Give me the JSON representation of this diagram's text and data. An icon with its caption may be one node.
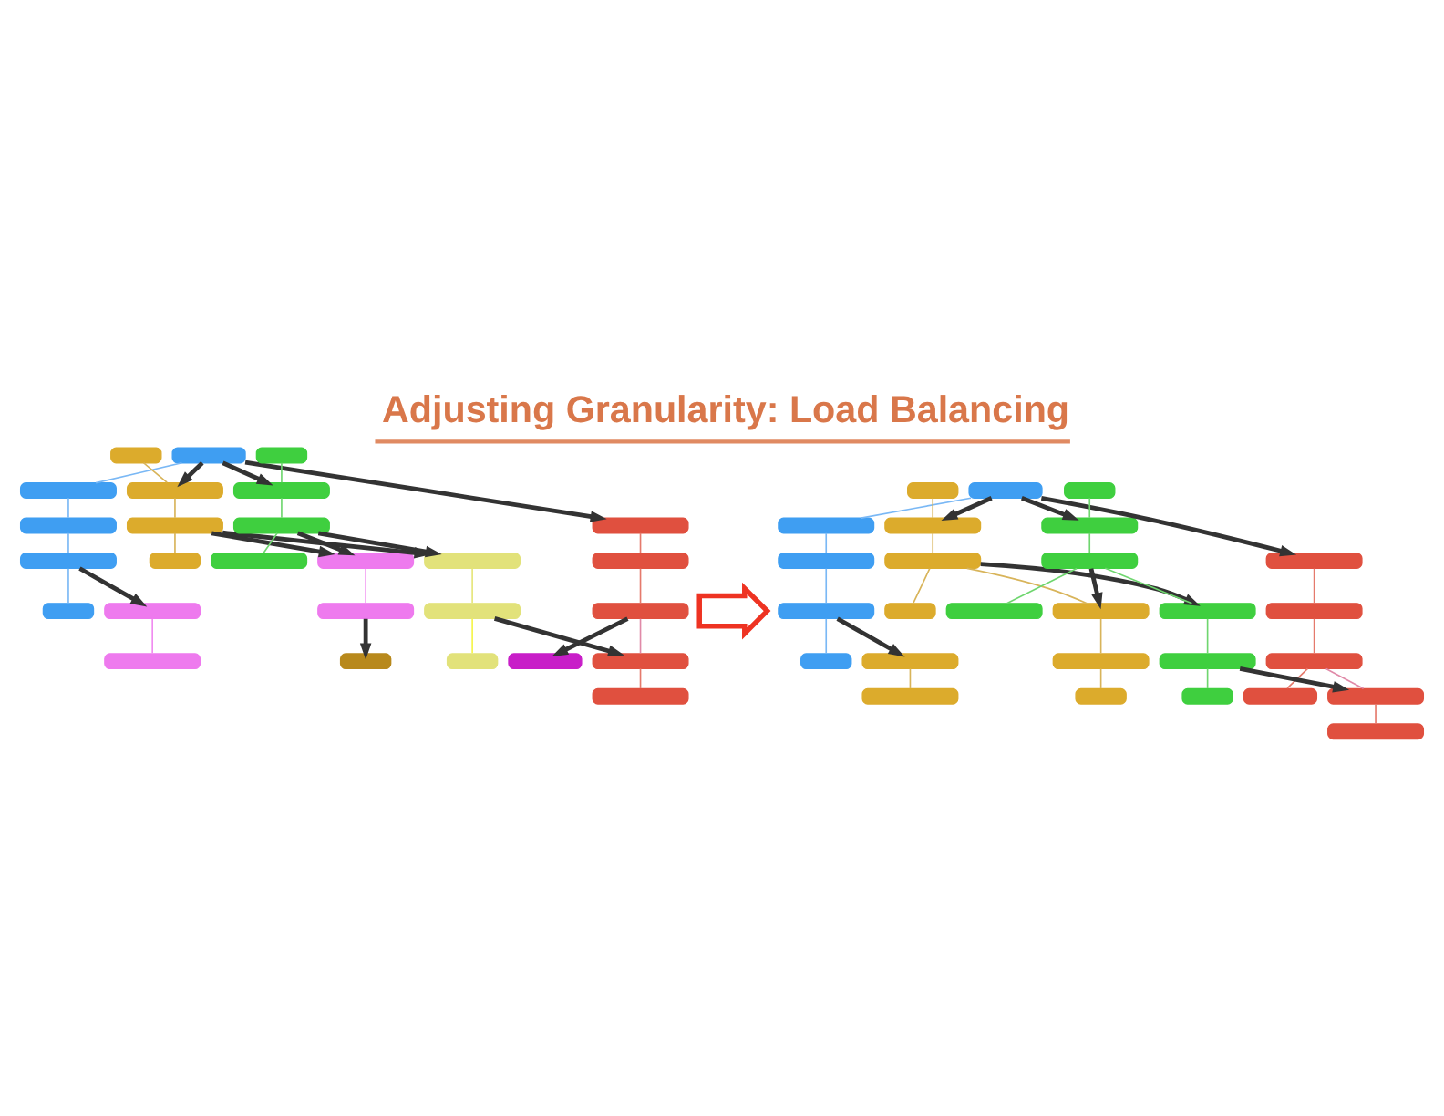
{
  "diagram": {
    "title": "Adjusting Granularity: Load Balancing",
    "nodes": [
      {
        "text": [],
        "shape": "box"
      },
      {
        "text": [],
        "shape": "box"
      },
      {
        "text": [],
        "shape": "box"
      },
      {
        "text": [],
        "shape": "box"
      },
      {
        "text": [],
        "shape": "box"
      },
      {
        "text": [],
        "shape": "box"
      },
      {
        "text": [],
        "shape": "box"
      },
      {
        "text": [],
        "shape": "box"
      },
      {
        "text": [],
        "shape": "box"
      },
      {
        "text": [],
        "shape": "box"
      },
      {
        "text": [],
        "shape": "box"
      },
      {
        "text": [],
        "shape": "box"
      },
      {
        "text": [],
        "shape": "box"
      },
      {
        "text": [],
        "shape": "box"
      },
      {
        "text": [],
        "shape": "box"
      },
      {
        "text": [],
        "shape": "box"
      },
      {
        "text": [],
        "shape": "box"
      },
      {
        "text": [],
        "shape": "box"
      },
      {
        "text": [],
        "shape": "box"
      },
      {
        "text": [],
        "shape": "box"
      },
      {
        "text": [],
        "shape": "box"
      },
      {
        "text": [],
        "shape": "box"
      },
      {
        "text": [],
        "shape": "box"
      },
      {
        "text": [],
        "shape": "box"
      },
      {
        "text": [],
        "shape": "box"
      },
      {
        "text": [],
        "shape": "box"
      },
      {
        "text": [],
        "shape": "box"
      },
      {
        "text": [],
        "shape": "arrow"
      },
      {
        "text": [],
        "shape": "box"
      },
      {
        "text": [],
        "shape": "box"
      },
      {
        "text": [],
        "shape": "box"
      },
      {
        "text": [],
        "shape": "box"
      },
      {
        "text": [],
        "shape": "box"
      },
      {
        "text": [],
        "shape": "box"
      },
      {
        "text": [],
        "shape": "box"
      },
      {
        "text": [],
        "shape": "box"
      },
      {
        "text": [],
        "shape": "box"
      },
      {
        "text": [],
        "shape": "box"
      },
      {
        "text": [],
        "shape": "box"
      },
      {
        "text": [],
        "shape": "box"
      },
      {
        "text": [],
        "shape": "box"
      },
      {
        "text": [],
        "shape": "box"
      },
      {
        "text": [],
        "shape": "box"
      },
      {
        "text": [],
        "shape": "box"
      },
      {
        "text": [],
        "shape": "box"
      },
      {
        "text": [],
        "shape": "box"
      },
      {
        "text": [],
        "shape": "box"
      },
      {
        "text": [],
        "shape": "box"
      },
      {
        "text": [],
        "shape": "box"
      },
      {
        "text": [],
        "shape": "box"
      },
      {
        "text": [],
        "shape": "box"
      },
      {
        "text": [],
        "shape": "box"
      },
      {
        "text": [],
        "shape": "box"
      },
      {
        "text": [],
        "shape": "box"
      },
      {
        "text": [],
        "shape": "box"
      }
    ],
    "edges": [
      {
        "from": 0,
        "to": 1,
        "arrow": "none",
        "color": "#7ab8f5"
      },
      {
        "from": 0,
        "to": 6,
        "arrow": "to",
        "style": "thick",
        "color": "#333333"
      },
      {
        "from": 0,
        "to": 10,
        "arrow": "to",
        "style": "thick",
        "color": "#333333"
      },
      {
        "from": 0,
        "to": 13,
        "arrow": "to",
        "style": "thick",
        "color": "#333333"
      },
      {
        "from": 1,
        "to": 2,
        "arrow": "none",
        "color": "#7ab8f5"
      },
      {
        "from": 2,
        "to": 3,
        "arrow": "none",
        "color": "#7ab8f5"
      },
      {
        "from": 3,
        "to": 4,
        "arrow": "none",
        "color": "#7ab8f5"
      },
      {
        "from": 3,
        "to": 19,
        "arrow": "to",
        "style": "thick",
        "color": "#333333"
      },
      {
        "from": 5,
        "to": 6,
        "arrow": "none",
        "color": "#d8b45a"
      },
      {
        "from": 6,
        "to": 7,
        "arrow": "none",
        "color": "#d8b45a"
      },
      {
        "from": 7,
        "to": 8,
        "arrow": "none",
        "color": "#d8b45a"
      },
      {
        "from": 7,
        "to": 17,
        "arrow": "to",
        "style": "thick",
        "color": "#333333"
      },
      {
        "from": 7,
        "to": 22,
        "arrow": "to",
        "style": "thick",
        "color": "#333333"
      },
      {
        "from": 9,
        "to": 10,
        "arrow": "none",
        "color": "#6fd66f"
      },
      {
        "from": 10,
        "to": 11,
        "arrow": "none",
        "color": "#6fd66f"
      },
      {
        "from": 11,
        "to": 12,
        "arrow": "none",
        "color": "#6fd66f"
      },
      {
        "from": 11,
        "to": 17,
        "arrow": "to",
        "style": "thick",
        "color": "#333333"
      },
      {
        "from": 11,
        "to": 22,
        "arrow": "to",
        "style": "thick",
        "color": "#333333"
      },
      {
        "from": 13,
        "to": 14,
        "arrow": "none",
        "color": "#e57a6c"
      },
      {
        "from": 14,
        "to": 15,
        "arrow": "none",
        "color": "#e57a6c"
      },
      {
        "from": 15,
        "to": 16,
        "arrow": "to",
        "style": "thick",
        "color": "#333333"
      },
      {
        "from": 15,
        "to": 25,
        "arrow": "none",
        "color": "#e08aa8"
      },
      {
        "from": 17,
        "to": 18,
        "arrow": "none",
        "color": "#f08cf0"
      },
      {
        "from": 18,
        "to": 21,
        "arrow": "to",
        "style": "thick",
        "color": "#333333"
      },
      {
        "from": 19,
        "to": 20,
        "arrow": "none",
        "color": "#f08cf0"
      },
      {
        "from": 22,
        "to": 23,
        "arrow": "none",
        "color": "#e6e67a"
      },
      {
        "from": 23,
        "to": 24,
        "arrow": "none",
        "color": "#f5f54a"
      },
      {
        "from": 23,
        "to": 25,
        "arrow": "to",
        "style": "thick",
        "color": "#333333"
      },
      {
        "from": 25,
        "to": 26,
        "arrow": "none",
        "color": "#e57a6c"
      },
      {
        "from": 28,
        "to": 29,
        "arrow": "none",
        "color": "#7ab8f5"
      },
      {
        "from": 28,
        "to": 34,
        "arrow": "to",
        "style": "thick",
        "color": "#333333"
      },
      {
        "from": 28,
        "to": 38,
        "arrow": "to",
        "style": "thick",
        "color": "#333333"
      },
      {
        "from": 28,
        "to": 41,
        "arrow": "to",
        "style": "thick",
        "color": "#333333"
      },
      {
        "from": 29,
        "to": 30,
        "arrow": "none",
        "color": "#7ab8f5"
      },
      {
        "from": 30,
        "to": 31,
        "arrow": "none",
        "color": "#7ab8f5"
      },
      {
        "from": 31,
        "to": 32,
        "arrow": "none",
        "color": "#7ab8f5"
      },
      {
        "from": 31,
        "to": 47,
        "arrow": "to",
        "style": "thick",
        "color": "#333333"
      },
      {
        "from": 33,
        "to": 34,
        "arrow": "none",
        "color": "#d8b45a"
      },
      {
        "from": 34,
        "to": 35,
        "arrow": "none",
        "color": "#d8b45a"
      },
      {
        "from": 35,
        "to": 36,
        "arrow": "none",
        "color": "#d8b45a"
      },
      {
        "from": 35,
        "to": 45,
        "arrow": "none",
        "color": "#d8b45a"
      },
      {
        "from": 35,
        "to": 50,
        "arrow": "to",
        "style": "thick",
        "color": "#333333"
      },
      {
        "from": 37,
        "to": 38,
        "arrow": "none",
        "color": "#6fd66f"
      },
      {
        "from": 38,
        "to": 39,
        "arrow": "none",
        "color": "#6fd66f"
      },
      {
        "from": 39,
        "to": 40,
        "arrow": "none",
        "color": "#6fd66f"
      },
      {
        "from": 39,
        "to": 45,
        "arrow": "to",
        "style": "thick",
        "color": "#333333"
      },
      {
        "from": 39,
        "to": 50,
        "arrow": "none",
        "color": "#6fd66f"
      },
      {
        "from": 41,
        "to": 42,
        "arrow": "none",
        "color": "#e57a6c"
      },
      {
        "from": 42,
        "to": 43,
        "arrow": "none",
        "color": "#e57a6c"
      },
      {
        "from": 43,
        "to": 44,
        "arrow": "none",
        "color": "#e57a6c"
      },
      {
        "from": 43,
        "to": 53,
        "arrow": "none",
        "color": "#e08aa8"
      },
      {
        "from": 45,
        "to": 46,
        "arrow": "none",
        "color": "#d8b45a"
      },
      {
        "from": 46,
        "to": 49,
        "arrow": "none",
        "color": "#d8b45a"
      },
      {
        "from": 47,
        "to": 48,
        "arrow": "none",
        "color": "#d8b45a"
      },
      {
        "from": 50,
        "to": 51,
        "arrow": "none",
        "color": "#6fd66f"
      },
      {
        "from": 51,
        "to": 52,
        "arrow": "none",
        "color": "#6fd66f"
      },
      {
        "from": 51,
        "to": 53,
        "arrow": "to",
        "style": "thick",
        "color": "#333333"
      },
      {
        "from": 53,
        "to": 54,
        "arrow": "none",
        "color": "#e57a6c"
      }
    ]
  }
}
